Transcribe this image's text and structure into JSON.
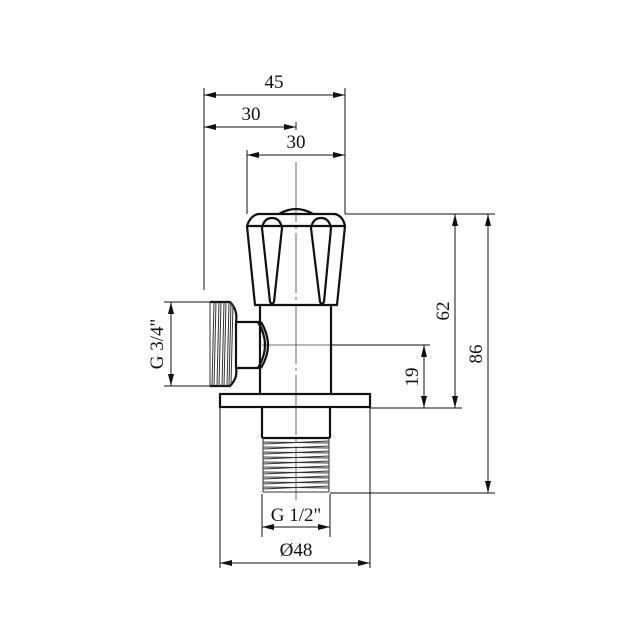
{
  "drawing": {
    "title": "Angle valve technical drawing",
    "stroke_color": "#111111",
    "background": "#ffffff"
  },
  "dimensions": {
    "overall_width": "45",
    "inlet_to_axis": "30",
    "handle_width": "30",
    "handle_height": "62",
    "outlet_axis_height": "19",
    "total_height": "86",
    "side_thread": "G 3/4\"",
    "bottom_thread": "G 1/2\"",
    "flange_diameter": "Ø48"
  }
}
